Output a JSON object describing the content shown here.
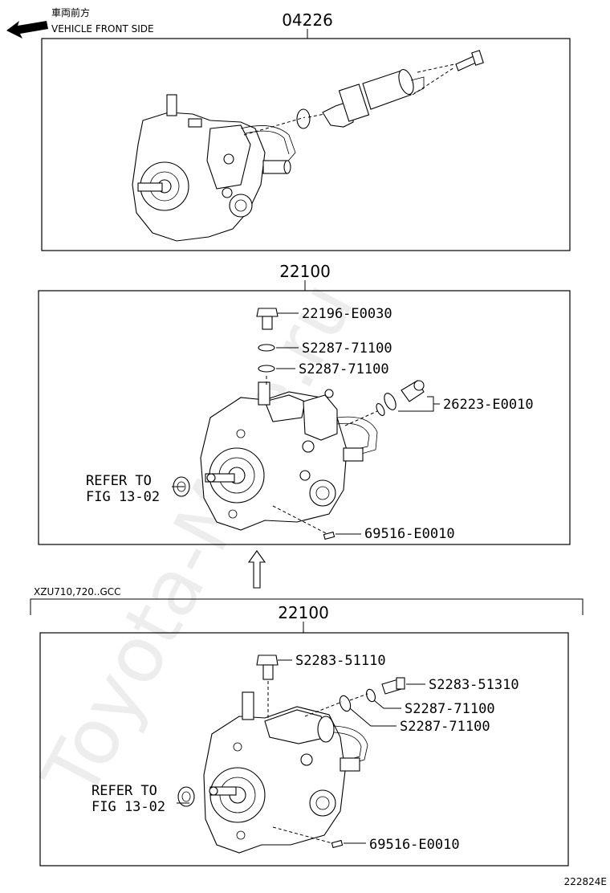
{
  "header": {
    "jp_label": "車両前方",
    "en_label": "VEHICLE FRONT SIDE"
  },
  "top_section": {
    "code": "04226"
  },
  "middle_section": {
    "code": "22100",
    "callouts": {
      "bolt": "22196-E0030",
      "washer_1": "S2287-71100",
      "washer_2": "S2287-71100",
      "fitting": "26223-E0010",
      "pin": "69516-E0010",
      "refer_line1": "REFER TO",
      "refer_line2": "FIG 13-02"
    }
  },
  "variant": {
    "label": "XZU710,720..GCC"
  },
  "bottom_section": {
    "code": "22100",
    "callouts": {
      "bolt": "S2283-51110",
      "fitting": "S2283-51310",
      "washer_1": "S2287-71100",
      "washer_2": "S2287-71100",
      "pin": "69516-E0010",
      "refer_line1": "REFER TO",
      "refer_line2": "FIG 13-02"
    }
  },
  "footer": {
    "figure_id": "222824E"
  },
  "watermark": "Toyota-Mine.ru"
}
